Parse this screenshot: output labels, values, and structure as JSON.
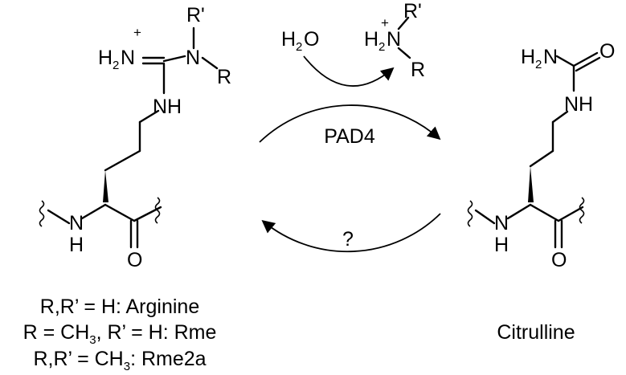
{
  "arginine_structure": {
    "charge": "+",
    "amine_h2n": "H",
    "amine_sub": "2",
    "amine_n": "N",
    "n_sub": "N",
    "r_prime": "R'",
    "r": "R",
    "nh_side": "NH",
    "nh_backbone_n": "N",
    "nh_backbone_h": "H",
    "carbonyl_o": "O"
  },
  "citrulline_structure": {
    "h2n_h": "H",
    "h2n_sub": "2",
    "h2n_n": "N",
    "carbonyl_o": "O",
    "nh_side": "NH",
    "nh_backbone_n": "N",
    "nh_backbone_h": "H",
    "backbone_o": "O"
  },
  "reaction": {
    "water_h": "H",
    "water_sub": "2",
    "water_o": "O",
    "product_charge": "+",
    "product_h": "H",
    "product_sub": "2",
    "product_n": "N",
    "product_r_prime": "R'",
    "product_r": "R",
    "enzyme": "PAD4",
    "reverse_label": "?"
  },
  "legend": {
    "line1": "R,R’ = H: Arginine",
    "line2_a": "R = CH",
    "line2_sub": "3",
    "line2_b": ", R’ = H: Rme",
    "line3_a": "R,R’ = CH",
    "line3_sub": "3",
    "line3_b": ": Rme2a"
  },
  "product_name": "Citrulline"
}
